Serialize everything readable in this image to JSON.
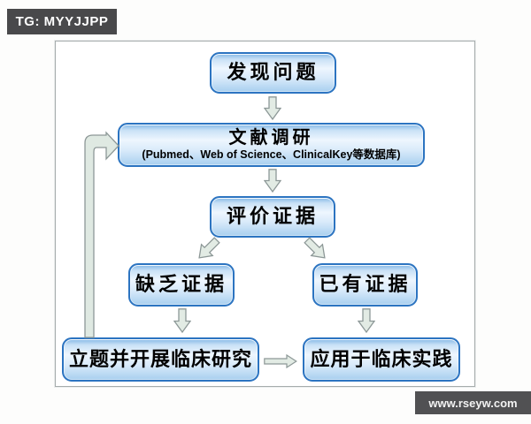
{
  "watermark_top_left": {
    "text": "TG: MYYJJPP",
    "bg": "#49494b",
    "fg": "#ffffff"
  },
  "watermark_bottom_right": {
    "text": "www.rseyw.com",
    "bg": "#515153",
    "fg": "#f2f2f2"
  },
  "colors": {
    "node_border": "#2c74c1",
    "node_fill_top": "#85b8e6",
    "node_fill_light": "#eef6fe",
    "node_fill_bottom": "#a8cfef",
    "arrow_fill": "#e2ebe4",
    "arrow_stroke": "#8d9897",
    "panel_border": "#a6acac",
    "text": "#000000"
  },
  "flowchart": {
    "nodes": {
      "discover": {
        "label": "发现问题"
      },
      "literature": {
        "label": "文献调研",
        "sublabel": "(Pubmed、Web of Science、ClinicalKey等数据库)"
      },
      "evaluate": {
        "label": "评价证据"
      },
      "lack": {
        "label": "缺乏证据"
      },
      "have": {
        "label": "已有证据"
      },
      "research": {
        "label": "立题并开展临床研究"
      },
      "apply": {
        "label": "应用于临床实践"
      }
    },
    "edges": [
      {
        "from": "发现问题",
        "to": "文献调研",
        "type": "down"
      },
      {
        "from": "文献调研",
        "to": "评价证据",
        "type": "down"
      },
      {
        "from": "评价证据",
        "to": "缺乏证据",
        "type": "diagonal-down-left"
      },
      {
        "from": "评价证据",
        "to": "已有证据",
        "type": "diagonal-down-right"
      },
      {
        "from": "缺乏证据",
        "to": "立题并开展临床研究",
        "type": "down"
      },
      {
        "from": "已有证据",
        "to": "应用于临床实践",
        "type": "down"
      },
      {
        "from": "立题并开展临床研究",
        "to": "应用于临床实践",
        "type": "right"
      },
      {
        "from": "立题并开展临床研究",
        "to": "文献调研",
        "type": "feedback-up-left"
      }
    ]
  }
}
